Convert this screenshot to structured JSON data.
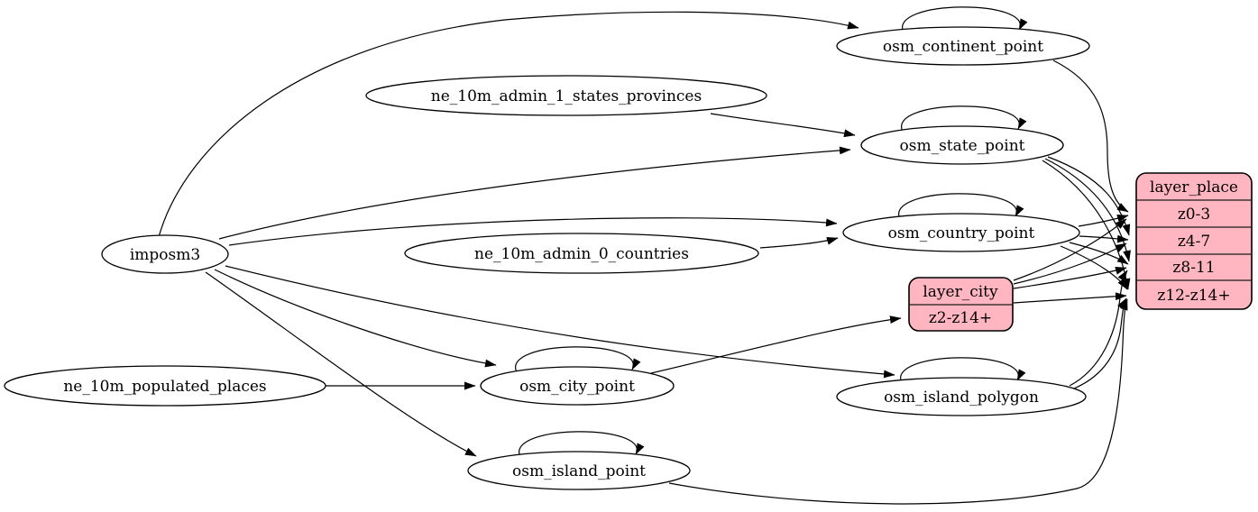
{
  "colors": {
    "background": "#ffffff",
    "node_fill": "#ffffff",
    "record_fill": "#ffb6c1",
    "edge_stroke": "#000000"
  },
  "diagram": {
    "nodes": {
      "imposm3": {
        "label": "imposm3",
        "type": "ellipse"
      },
      "ne_10m_admin_1_states_provinces": {
        "label": "ne_10m_admin_1_states_provinces",
        "type": "ellipse"
      },
      "ne_10m_admin_0_countries": {
        "label": "ne_10m_admin_0_countries",
        "type": "ellipse"
      },
      "ne_10m_populated_places": {
        "label": "ne_10m_populated_places",
        "type": "ellipse"
      },
      "osm_continent_point": {
        "label": "osm_continent_point",
        "type": "ellipse"
      },
      "osm_state_point": {
        "label": "osm_state_point",
        "type": "ellipse"
      },
      "osm_country_point": {
        "label": "osm_country_point",
        "type": "ellipse"
      },
      "osm_city_point": {
        "label": "osm_city_point",
        "type": "ellipse"
      },
      "osm_island_polygon": {
        "label": "osm_island_polygon",
        "type": "ellipse"
      },
      "osm_island_point": {
        "label": "osm_island_point",
        "type": "ellipse"
      }
    },
    "records": {
      "layer_city": {
        "title": "layer_city",
        "rows": [
          "z2-z14+"
        ]
      },
      "layer_place": {
        "title": "layer_place",
        "rows": [
          "z0-3",
          "z4-7",
          "z8-11",
          "z12-z14+"
        ]
      }
    },
    "edges": [
      {
        "from": "imposm3",
        "to": "osm_continent_point"
      },
      {
        "from": "imposm3",
        "to": "osm_state_point"
      },
      {
        "from": "imposm3",
        "to": "osm_country_point"
      },
      {
        "from": "imposm3",
        "to": "osm_city_point"
      },
      {
        "from": "imposm3",
        "to": "osm_island_polygon"
      },
      {
        "from": "imposm3",
        "to": "osm_island_point"
      },
      {
        "from": "ne_10m_admin_1_states_provinces",
        "to": "osm_state_point"
      },
      {
        "from": "ne_10m_admin_0_countries",
        "to": "osm_country_point"
      },
      {
        "from": "ne_10m_populated_places",
        "to": "osm_city_point"
      },
      {
        "from": "osm_continent_point",
        "to": "osm_continent_point"
      },
      {
        "from": "osm_state_point",
        "to": "osm_state_point"
      },
      {
        "from": "osm_country_point",
        "to": "osm_country_point"
      },
      {
        "from": "osm_city_point",
        "to": "osm_city_point"
      },
      {
        "from": "osm_island_polygon",
        "to": "osm_island_polygon"
      },
      {
        "from": "osm_island_point",
        "to": "osm_island_point"
      },
      {
        "from": "osm_continent_point",
        "to": "layer_place:z0-3"
      },
      {
        "from": "osm_state_point",
        "to": "layer_place:z4-7"
      },
      {
        "from": "osm_state_point",
        "to": "layer_place:z8-11"
      },
      {
        "from": "osm_state_point",
        "to": "layer_place:z12-z14+"
      },
      {
        "from": "osm_country_point",
        "to": "layer_place:z0-3"
      },
      {
        "from": "osm_country_point",
        "to": "layer_place:z4-7"
      },
      {
        "from": "osm_country_point",
        "to": "layer_place:z8-11"
      },
      {
        "from": "osm_country_point",
        "to": "layer_place:z12-z14+"
      },
      {
        "from": "osm_city_point",
        "to": "layer_city:z2-z14+"
      },
      {
        "from": "layer_city",
        "to": "layer_place:z0-3"
      },
      {
        "from": "layer_city",
        "to": "layer_place:z4-7"
      },
      {
        "from": "layer_city",
        "to": "layer_place:z8-11"
      },
      {
        "from": "layer_city",
        "to": "layer_place:z12-z14+"
      },
      {
        "from": "osm_island_polygon",
        "to": "layer_place:z8-11"
      },
      {
        "from": "osm_island_polygon",
        "to": "layer_place:z12-z14+"
      },
      {
        "from": "osm_island_point",
        "to": "layer_place:z12-z14+"
      }
    ]
  }
}
